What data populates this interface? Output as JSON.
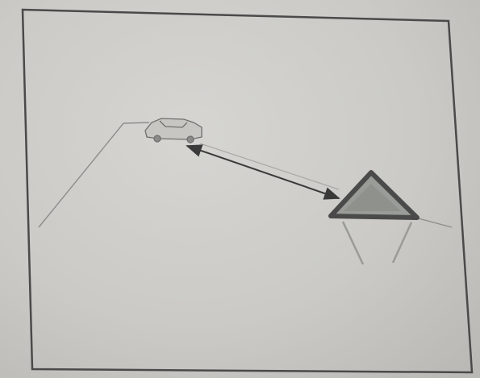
{
  "figure": {
    "paper_color": "#cfcecb",
    "ink_color": "#3a3a3a",
    "pencil_color": "#8a8a88",
    "triangle_fill": "#9a9c97",
    "objects": [
      "car",
      "road",
      "double-arrow",
      "warning-triangle"
    ]
  }
}
